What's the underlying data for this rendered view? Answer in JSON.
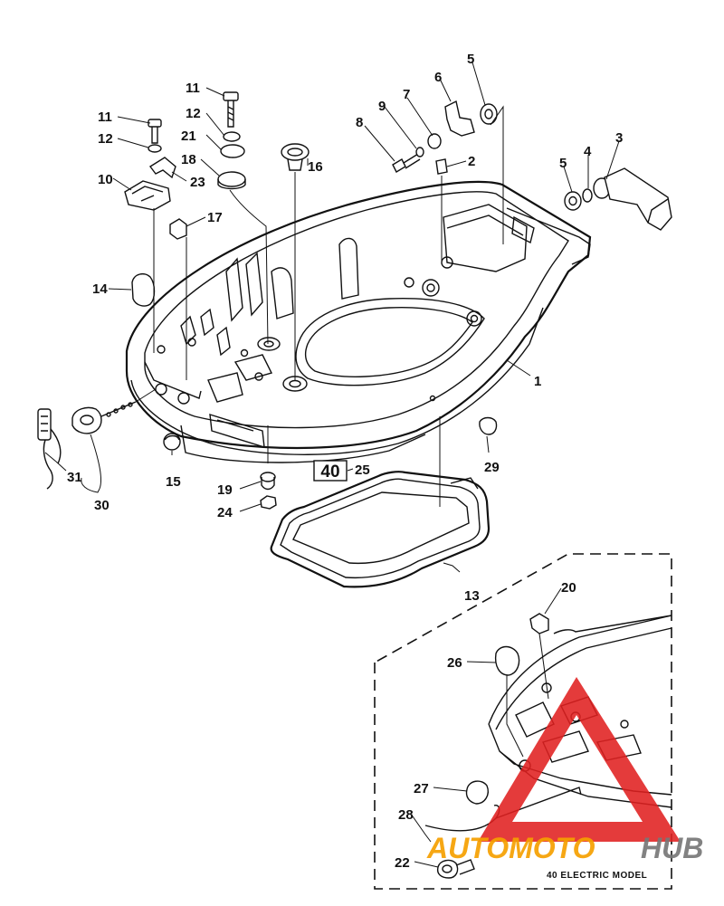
{
  "callouts": [
    {
      "id": "c1",
      "text": "1"
    },
    {
      "id": "c2",
      "text": "2"
    },
    {
      "id": "c3",
      "text": "3"
    },
    {
      "id": "c4",
      "text": "4"
    },
    {
      "id": "c5a",
      "text": "5"
    },
    {
      "id": "c5b",
      "text": "5"
    },
    {
      "id": "c6",
      "text": "6"
    },
    {
      "id": "c7",
      "text": "7"
    },
    {
      "id": "c8",
      "text": "8"
    },
    {
      "id": "c9",
      "text": "9"
    },
    {
      "id": "c10",
      "text": "10"
    },
    {
      "id": "c11a",
      "text": "11"
    },
    {
      "id": "c11b",
      "text": "11"
    },
    {
      "id": "c12a",
      "text": "12"
    },
    {
      "id": "c12b",
      "text": "12"
    },
    {
      "id": "c13",
      "text": "13"
    },
    {
      "id": "c14",
      "text": "14"
    },
    {
      "id": "c15",
      "text": "15"
    },
    {
      "id": "c16",
      "text": "16"
    },
    {
      "id": "c17",
      "text": "17"
    },
    {
      "id": "c18",
      "text": "18"
    },
    {
      "id": "c19",
      "text": "19"
    },
    {
      "id": "c20",
      "text": "20"
    },
    {
      "id": "c21",
      "text": "21"
    },
    {
      "id": "c22",
      "text": "22"
    },
    {
      "id": "c23",
      "text": "23"
    },
    {
      "id": "c24",
      "text": "24"
    },
    {
      "id": "c25",
      "text": "25"
    },
    {
      "id": "c26",
      "text": "26"
    },
    {
      "id": "c27",
      "text": "27"
    },
    {
      "id": "c28",
      "text": "28"
    },
    {
      "id": "c29",
      "text": "29"
    },
    {
      "id": "c30",
      "text": "30"
    },
    {
      "id": "c31",
      "text": "31"
    }
  ],
  "decal_text": "40",
  "inset_caption": "40 ELECTRIC MODEL",
  "watermark": {
    "text_orange": "AUTOMOTO",
    "text_grey": "HUB",
    "color_red": "#e02020",
    "color_orange": "#f5a000",
    "color_grey": "#777777"
  }
}
